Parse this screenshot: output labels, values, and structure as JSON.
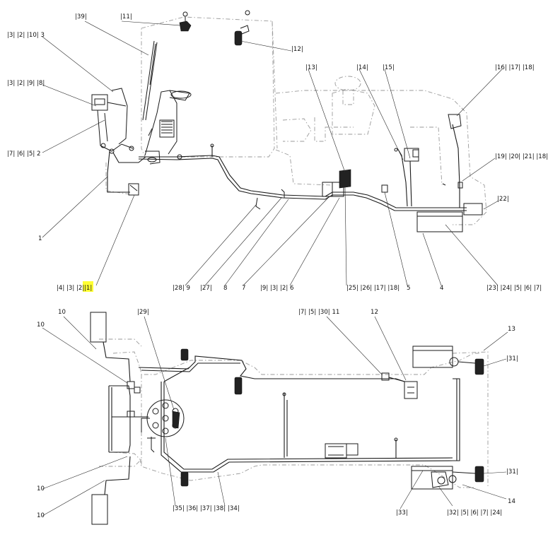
{
  "top_view": {
    "callouts": [
      {
        "id": "t1",
        "text": "|39|"
      },
      {
        "id": "t2",
        "text": "|11|"
      },
      {
        "id": "t3",
        "text": "|12|"
      },
      {
        "id": "t4",
        "text": "|3|  |2|  |10|  3"
      },
      {
        "id": "t5",
        "text": "|3|  |2|  |9|  |8|"
      },
      {
        "id": "t6",
        "text": "|7|  |6|  |5|  2"
      },
      {
        "id": "t7",
        "text": "1"
      },
      {
        "id": "t8",
        "text": "|13|"
      },
      {
        "id": "t9",
        "text": "|14|"
      },
      {
        "id": "t10",
        "text": "|15|"
      },
      {
        "id": "t11",
        "text": "|16|  |17|  |18|"
      },
      {
        "id": "t12",
        "text": "|19|  |20|  |21|  |18|"
      },
      {
        "id": "t13",
        "text": "|22|"
      },
      {
        "id": "t14",
        "text": "|4|  |3|  |2|"
      },
      {
        "id": "t15",
        "text": "|1|",
        "highlighted": true
      },
      {
        "id": "t16",
        "text": "|28|  9"
      },
      {
        "id": "t17",
        "text": "|27|"
      },
      {
        "id": "t18",
        "text": "8"
      },
      {
        "id": "t19",
        "text": "7"
      },
      {
        "id": "t20",
        "text": "|9|  |3|  |2|  6"
      },
      {
        "id": "t21",
        "text": "|25|  |26|  |17|  |18|"
      },
      {
        "id": "t22",
        "text": "5"
      },
      {
        "id": "t23",
        "text": "4"
      },
      {
        "id": "t24",
        "text": "|23|  |24|  |5|  |6|  |7|"
      }
    ]
  },
  "bottom_view": {
    "callouts": [
      {
        "id": "b1",
        "text": "10"
      },
      {
        "id": "b2",
        "text": "10"
      },
      {
        "id": "b3",
        "text": "|29|"
      },
      {
        "id": "b4",
        "text": "|7|  |5|  |30|  11"
      },
      {
        "id": "b5",
        "text": "12"
      },
      {
        "id": "b6",
        "text": "13"
      },
      {
        "id": "b7",
        "text": "|31|"
      },
      {
        "id": "b8",
        "text": "10"
      },
      {
        "id": "b9",
        "text": "10"
      },
      {
        "id": "b10",
        "text": "|35|  |36|  |37|  |38|"
      },
      {
        "id": "b11",
        "text": "|34|"
      },
      {
        "id": "b12",
        "text": "|33|"
      },
      {
        "id": "b13",
        "text": "|32|  |5|  |6|  |7|  |24|"
      },
      {
        "id": "b14",
        "text": "|31|"
      },
      {
        "id": "b15",
        "text": "14"
      }
    ]
  }
}
